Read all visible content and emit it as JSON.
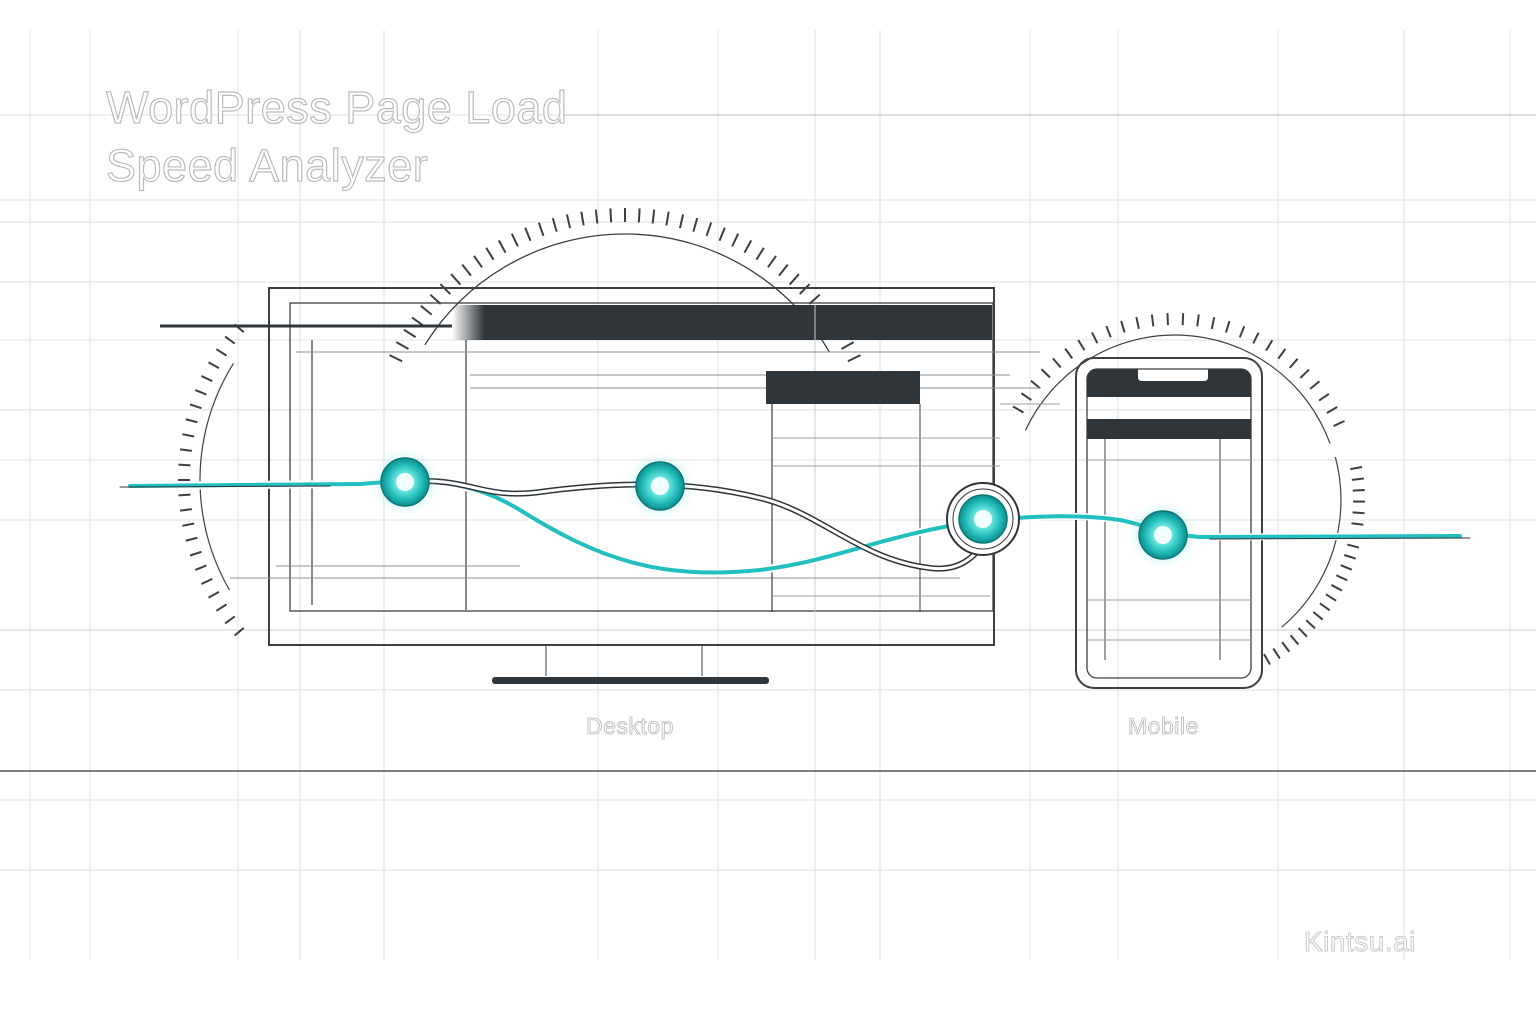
{
  "title": {
    "line1": "WordPress Page Load",
    "line2": "Speed Analyzer"
  },
  "devices": {
    "desktop_label": "Desktop",
    "mobile_label": "Mobile"
  },
  "brand": "Kintsu.ai",
  "colors": {
    "accent": "#22c2c2",
    "accent_glow": "#7ff0ea",
    "ink": "#2f3539",
    "grid": "#d9dcde",
    "text_outline": "#b9bcbf"
  },
  "icons": {
    "desktop": "desktop-monitor-icon",
    "mobile": "smartphone-icon",
    "gauge": "speed-gauge-icon",
    "node": "waypoint-node-icon"
  }
}
